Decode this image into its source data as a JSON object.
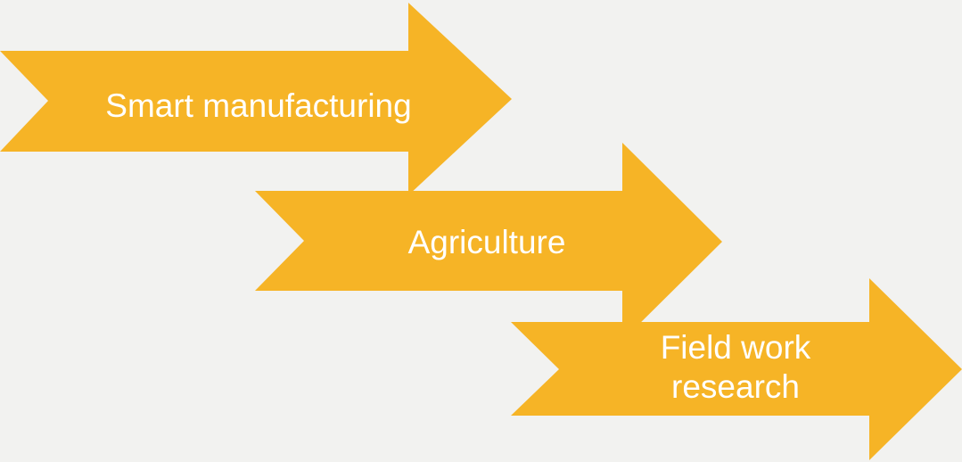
{
  "colors": {
    "background": "#f2f2f0",
    "arrow_fill": "#f6b426",
    "label_text": "#ffffff"
  },
  "arrows": [
    {
      "lines": [
        "Smart manufacturing"
      ]
    },
    {
      "lines": [
        "Agriculture"
      ]
    },
    {
      "lines": [
        "Field work",
        "research"
      ]
    }
  ]
}
